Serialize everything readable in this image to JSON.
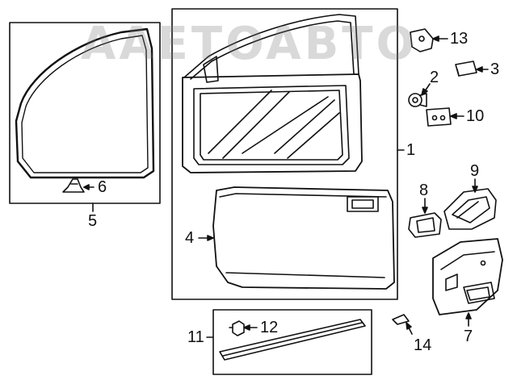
{
  "watermark": "AAETOABTO",
  "callouts": {
    "c1": "1",
    "c2": "2",
    "c3": "3",
    "c4": "4",
    "c5": "5",
    "c6": "6",
    "c7": "7",
    "c8": "8",
    "c9": "9",
    "c10": "10",
    "c11": "11",
    "c12": "12",
    "c13": "13",
    "c14": "14"
  },
  "colors": {
    "line": "#111111",
    "watermark": "#9a9a9a"
  }
}
